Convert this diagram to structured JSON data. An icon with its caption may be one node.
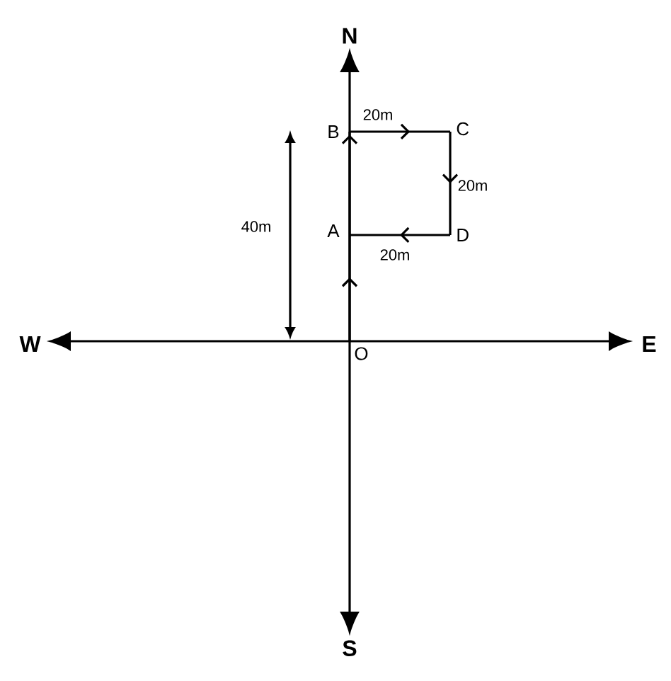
{
  "diagram": {
    "nodes": [
      {
        "text": [
          "O"
        ]
      },
      {
        "text": [
          "A"
        ]
      },
      {
        "text": [
          "B"
        ]
      },
      {
        "text": [
          "C"
        ]
      },
      {
        "text": [
          "D"
        ]
      },
      {
        "text": [
          "N"
        ]
      },
      {
        "text": [
          "E"
        ]
      },
      {
        "text": [
          "S"
        ]
      },
      {
        "text": [
          "W"
        ]
      }
    ],
    "edges": [
      {
        "from": 0,
        "to": 5,
        "arrow": "to"
      },
      {
        "from": 0,
        "to": 6,
        "arrow": "to"
      },
      {
        "from": 0,
        "to": 7,
        "arrow": "to"
      },
      {
        "from": 0,
        "to": 8,
        "arrow": "to"
      },
      {
        "from": 0,
        "to": 1,
        "arrow": "to"
      },
      {
        "from": 1,
        "to": 2,
        "arrow": "to"
      },
      {
        "from": 2,
        "to": 3,
        "arrow": "to",
        "label": "20m"
      },
      {
        "from": 3,
        "to": 4,
        "arrow": "to",
        "label": "20m"
      },
      {
        "from": 4,
        "to": 1,
        "arrow": "to",
        "label": "20m"
      }
    ],
    "labels": [
      "40m"
    ]
  }
}
